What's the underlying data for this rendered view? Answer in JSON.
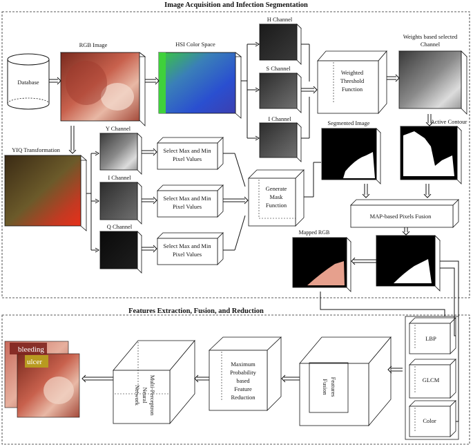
{
  "sections": {
    "top_title": "Image Acquisition and Infection Segmentation",
    "bottom_title": "Features Extraction, Fusion, and Reduction"
  },
  "nodes": {
    "database": "Database",
    "rgb_image": "RGB Image",
    "hsi": "HSI Color Space",
    "h_channel": "H Channel",
    "s_channel": "S Channel",
    "i_channel_hsi": "I Channel",
    "weighted_threshold": [
      "Weighted",
      "Threshold",
      "Function"
    ],
    "weights_selected": [
      "Weights based selected",
      "Channel"
    ],
    "yiq": "YIQ Transformation",
    "y_channel": "Y Channel",
    "i_channel_yiq": "I Channel",
    "q_channel": "Q Channel",
    "select_maxmin": [
      "Select Max and Min",
      "Pixel Values"
    ],
    "generate_mask": [
      "Generate",
      "Mask",
      "Function"
    ],
    "segmented": "Segmented Image",
    "active_contour": "Active Contour",
    "map_fusion": "MAP-based Pixels Fusion",
    "mapped_rgb": "Mapped RGB",
    "lbp": "LBP",
    "glcm": "GLCM",
    "color": "Color",
    "features_fusion": [
      "Features",
      "Fusion"
    ],
    "max_prob": [
      "Maximum",
      "Probability",
      "based",
      "Feature",
      "Reduction"
    ],
    "mlp": [
      "Multi-Perceptron",
      "Neural",
      "Network"
    ],
    "bleeding": "bleeding",
    "ulcer": "ulcer"
  }
}
